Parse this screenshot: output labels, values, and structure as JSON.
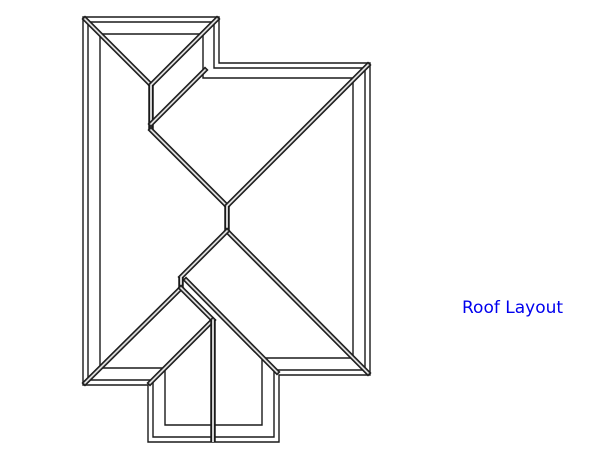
{
  "diagram": {
    "title": "Roof Layout",
    "title_color": "#0000ee",
    "line_color": "#1a1a1a",
    "background": "#ffffff",
    "elements": {
      "left_wing": "hip roof rectangle (outer eaves + inner fascia)",
      "right_wing": "hip roof rectangle (outer eaves + inner fascia)",
      "top_gable": "small gable projection top-left",
      "bottom_gable": "gable projection bottom (porch)",
      "center_ridge": "short vertical ridge joining hips at center"
    }
  }
}
